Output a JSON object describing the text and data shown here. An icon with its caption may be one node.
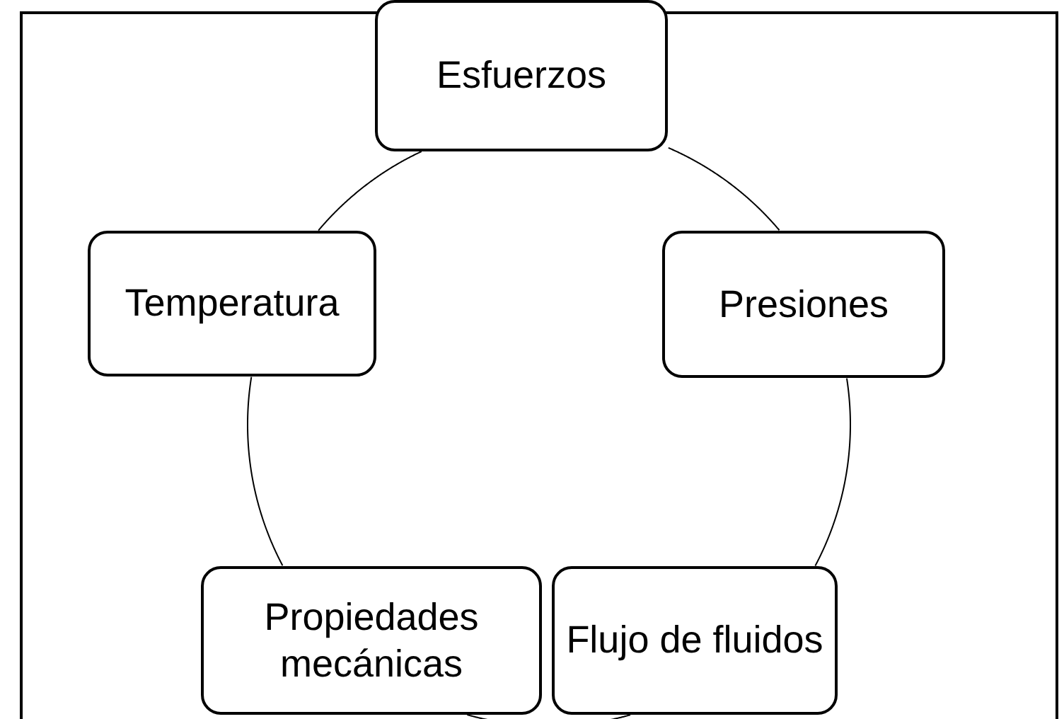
{
  "diagram": {
    "nodes": [
      {
        "text": [
          "Esfuerzos"
        ]
      },
      {
        "text": [
          "Presiones"
        ]
      },
      {
        "text": [
          "Flujo de fluidos"
        ]
      },
      {
        "text": [
          "Propiedades mecánicas"
        ]
      },
      {
        "text": [
          "Temperatura"
        ]
      }
    ],
    "edges": [
      {
        "from": 0,
        "to": 1,
        "arrow": "none"
      },
      {
        "from": 1,
        "to": 2,
        "arrow": "none"
      },
      {
        "from": 2,
        "to": 3,
        "arrow": "none"
      },
      {
        "from": 3,
        "to": 4,
        "arrow": "none"
      },
      {
        "from": 4,
        "to": 0,
        "arrow": "none"
      }
    ]
  }
}
